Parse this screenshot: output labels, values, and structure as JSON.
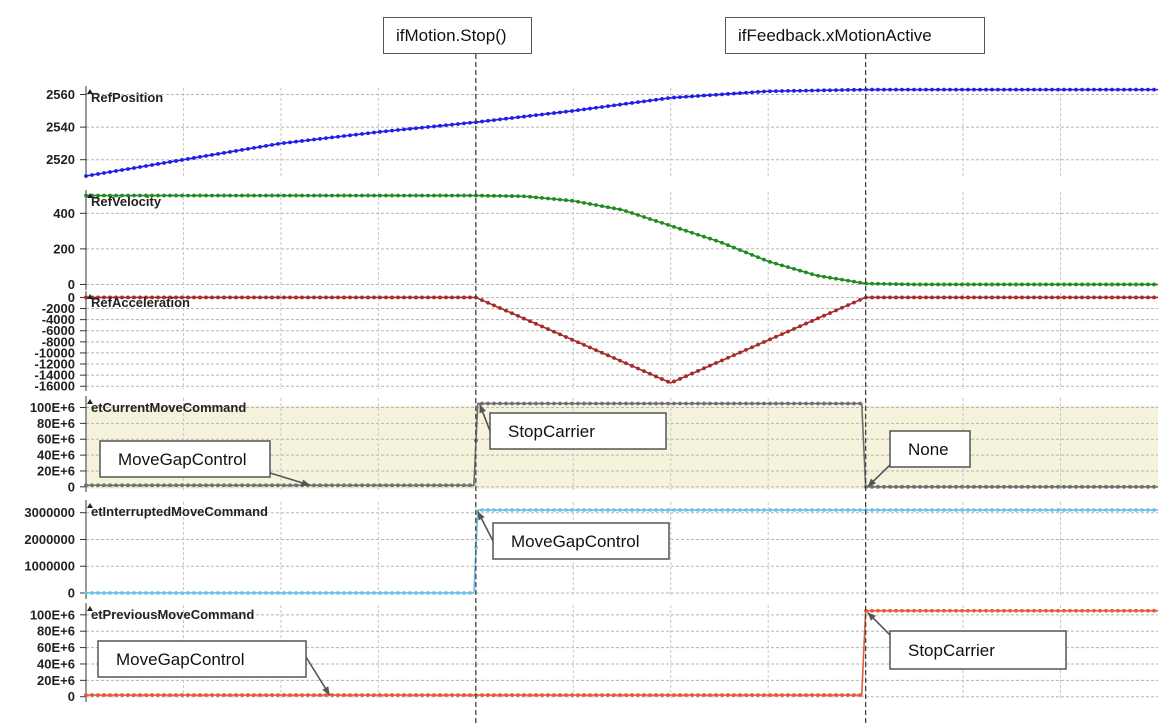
{
  "markers": [
    {
      "id": "stop",
      "label": "ifMotion.Stop()",
      "x_ms": 400
    },
    {
      "id": "active",
      "label": "ifFeedback.xMotionActive",
      "x_ms": 800
    }
  ],
  "chart_data": [
    {
      "type": "line",
      "title": "RefPosition",
      "ylim": [
        2510,
        2564
      ],
      "yticks": [
        {
          "v": 2560,
          "label": "2560"
        },
        {
          "v": 2540,
          "label": "2540"
        },
        {
          "v": 2520,
          "label": "2520"
        }
      ],
      "color": "#1e1ee6",
      "series": [
        {
          "name": "RefPosition",
          "points": [
            [
              0,
              2510
            ],
            [
              100,
              2520
            ],
            [
              200,
              2530
            ],
            [
              300,
              2537
            ],
            [
              400,
              2543
            ],
            [
              500,
              2550
            ],
            [
              600,
              2558
            ],
            [
              700,
              2562
            ],
            [
              800,
              2563
            ],
            [
              1100,
              2563
            ]
          ]
        }
      ],
      "callouts": []
    },
    {
      "type": "line",
      "title": "RefVelocity",
      "ylim": [
        -20,
        520
      ],
      "yticks": [
        {
          "v": 400,
          "label": "400"
        },
        {
          "v": 200,
          "label": "200"
        },
        {
          "v": 0,
          "label": "0"
        }
      ],
      "color": "#1f8a1f",
      "series": [
        {
          "name": "RefVelocity",
          "points": [
            [
              0,
              500
            ],
            [
              400,
              500
            ],
            [
              450,
              496
            ],
            [
              500,
              470
            ],
            [
              550,
              420
            ],
            [
              600,
              330
            ],
            [
              650,
              240
            ],
            [
              700,
              130
            ],
            [
              750,
              50
            ],
            [
              800,
              5
            ],
            [
              850,
              0
            ],
            [
              1100,
              0
            ]
          ]
        }
      ],
      "callouts": []
    },
    {
      "type": "line",
      "title": "RefAcceleration",
      "ylim": [
        -16500,
        800
      ],
      "yticks": [
        {
          "v": 0,
          "label": "0"
        },
        {
          "v": -2000,
          "label": "-2000"
        },
        {
          "v": -4000,
          "label": "-4000"
        },
        {
          "v": -6000,
          "label": "-6000"
        },
        {
          "v": -8000,
          "label": "-8000"
        },
        {
          "v": -10000,
          "label": "-10000"
        },
        {
          "v": -12000,
          "label": "-12000"
        },
        {
          "v": -14000,
          "label": "-14000"
        },
        {
          "v": -16000,
          "label": "-16000"
        }
      ],
      "color": "#a52a2a",
      "series": [
        {
          "name": "RefAcceleration",
          "points": [
            [
              0,
              0
            ],
            [
              400,
              0
            ],
            [
              600,
              -15400
            ],
            [
              800,
              0
            ],
            [
              1100,
              0
            ]
          ]
        }
      ],
      "callouts": []
    },
    {
      "type": "line",
      "title": "etCurrentMoveCommand",
      "ylim": [
        -4000000,
        112000000
      ],
      "yticks": [
        {
          "v": 100000000,
          "label": "100E+6"
        },
        {
          "v": 80000000,
          "label": "80E+6"
        },
        {
          "v": 60000000,
          "label": "60E+6"
        },
        {
          "v": 40000000,
          "label": "40E+6"
        },
        {
          "v": 20000000,
          "label": "20E+6"
        },
        {
          "v": 0,
          "label": "0"
        }
      ],
      "color": "#6e6e6e",
      "background": "#f5f3dc",
      "series": [
        {
          "name": "etCurrentMoveCommand",
          "points": [
            [
              0,
              2000000
            ],
            [
              398,
              2000000
            ],
            [
              402,
              105000000
            ],
            [
              796,
              105000000
            ],
            [
              800,
              0
            ],
            [
              1100,
              0
            ]
          ]
        }
      ],
      "callouts": [
        {
          "label": "MoveGapControl",
          "arrow_ms": 230,
          "arrow_v": 2000000
        },
        {
          "label": "StopCarrier",
          "arrow_ms": 404,
          "arrow_v": 104000000
        },
        {
          "label": "None",
          "arrow_ms": 802,
          "arrow_v": 0
        }
      ]
    },
    {
      "type": "line",
      "title": "etInterruptedMoveCommand",
      "ylim": [
        -150000,
        3400000
      ],
      "yticks": [
        {
          "v": 3000000,
          "label": "3000000"
        },
        {
          "v": 2000000,
          "label": "2000000"
        },
        {
          "v": 1000000,
          "label": "1000000"
        },
        {
          "v": 0,
          "label": "0"
        }
      ],
      "color": "#6cc1e6",
      "series": [
        {
          "name": "etInterruptedMoveCommand",
          "points": [
            [
              0,
              0
            ],
            [
              398,
              0
            ],
            [
              402,
              3100000
            ],
            [
              1100,
              3100000
            ]
          ]
        }
      ],
      "callouts": [
        {
          "label": "MoveGapControl",
          "arrow_ms": 402,
          "arrow_v": 3050000
        }
      ]
    },
    {
      "type": "line",
      "title": "etPreviousMoveCommand",
      "ylim": [
        -4000000,
        112000000
      ],
      "yticks": [
        {
          "v": 100000000,
          "label": "100E+6"
        },
        {
          "v": 80000000,
          "label": "80E+6"
        },
        {
          "v": 60000000,
          "label": "60E+6"
        },
        {
          "v": 40000000,
          "label": "40E+6"
        },
        {
          "v": 20000000,
          "label": "20E+6"
        },
        {
          "v": 0,
          "label": "0"
        }
      ],
      "color": "#e8593a",
      "series": [
        {
          "name": "etPreviousMoveCommand",
          "points": [
            [
              0,
              2000000
            ],
            [
              796,
              2000000
            ],
            [
              800,
              105000000
            ],
            [
              1100,
              105000000
            ]
          ]
        }
      ],
      "callouts": [
        {
          "label": "MoveGapControl",
          "arrow_ms": 250,
          "arrow_v": 2000000
        },
        {
          "label": "StopCarrier",
          "arrow_ms": 802,
          "arrow_v": 103000000
        }
      ]
    }
  ],
  "x_range": [
    0,
    1100
  ]
}
